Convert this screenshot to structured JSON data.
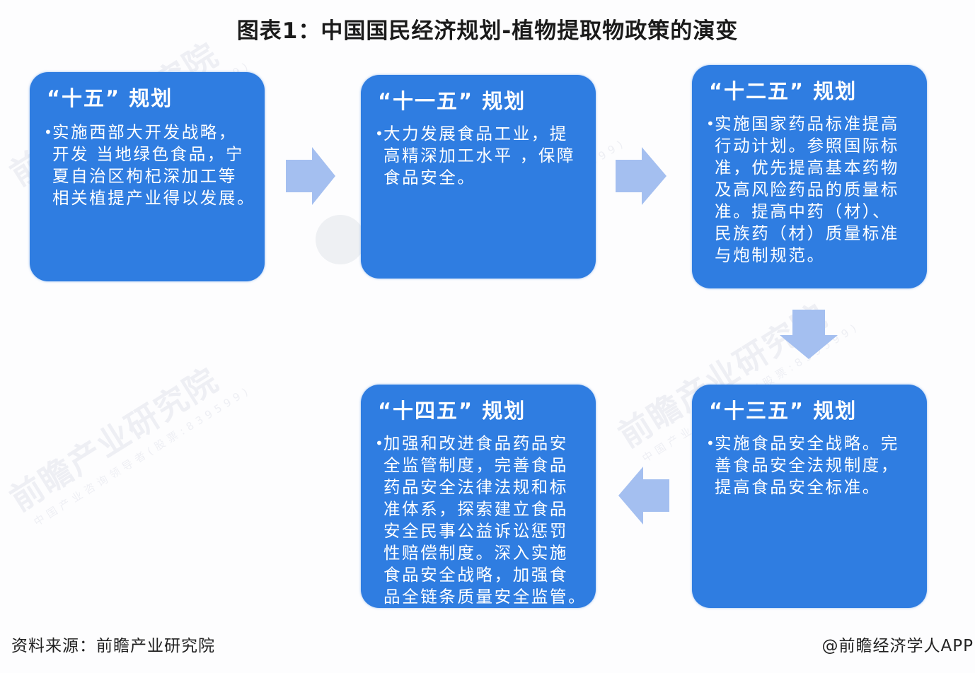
{
  "title": "图表1：中国国民经济规划-植物提取物政策的演变",
  "colors": {
    "box_fill": "#2f7de1",
    "box_text": "#ffffff",
    "arrow_fill": "#a4bff0",
    "background": "#fdfdfe",
    "title_text": "#1a1a1a"
  },
  "boxes": [
    {
      "heading": "“十五” 规划",
      "lines": [
        "实施西部大开发战略，",
        "开发  当地绿色食品，宁",
        "夏自治区枸杞深加工等",
        "相关植提产业得以发展。"
      ]
    },
    {
      "heading": "“十一五” 规划",
      "lines": [
        "大力发展食品工业，提",
        "高精深加工水平 ，保障",
        "食品安全。"
      ]
    },
    {
      "heading": "“十二五” 规划",
      "lines": [
        "实施国家药品标准提高",
        "行动计划。参照国际标",
        "准，优先提高基本药物",
        "及高风险药品的质量标",
        "准。提高中药（材）、",
        "民族药（材）质量标准",
        "与炮制规范。"
      ]
    },
    {
      "heading": "“十三五” 规划",
      "lines": [
        "实施食品安全战略。完",
        "善食品安全法规制度，",
        "提高食品安全标准。"
      ]
    },
    {
      "heading": "“十四五” 规划",
      "lines": [
        "加强和改进食品药品安",
        "全监管制度，完善食品",
        "药品安全法律法规和标",
        "准体系，探索建立食品",
        "安全民事公益诉讼惩罚",
        "性赔偿制度。深入实施",
        "食品安全战略，加强食",
        "品全链条质量安全监管。"
      ]
    }
  ],
  "bullet": "•",
  "arrows": [
    {
      "direction": "right",
      "from": "“十五” 规划",
      "to": "“十一五” 规划"
    },
    {
      "direction": "right",
      "from": "“十一五” 规划",
      "to": "“十二五” 规划"
    },
    {
      "direction": "down",
      "from": "“十二五” 规划",
      "to": "“十三五” 规划"
    },
    {
      "direction": "left",
      "from": "“十三五” 规划",
      "to": "“十四五” 规划"
    }
  ],
  "watermark": {
    "main": "前瞻产业研究院",
    "sub": "中国产业咨询领导者(股票:839599)"
  },
  "footer": {
    "source": "资料来源：前瞻产业研究院",
    "credit": "@前瞻经济学人APP"
  }
}
